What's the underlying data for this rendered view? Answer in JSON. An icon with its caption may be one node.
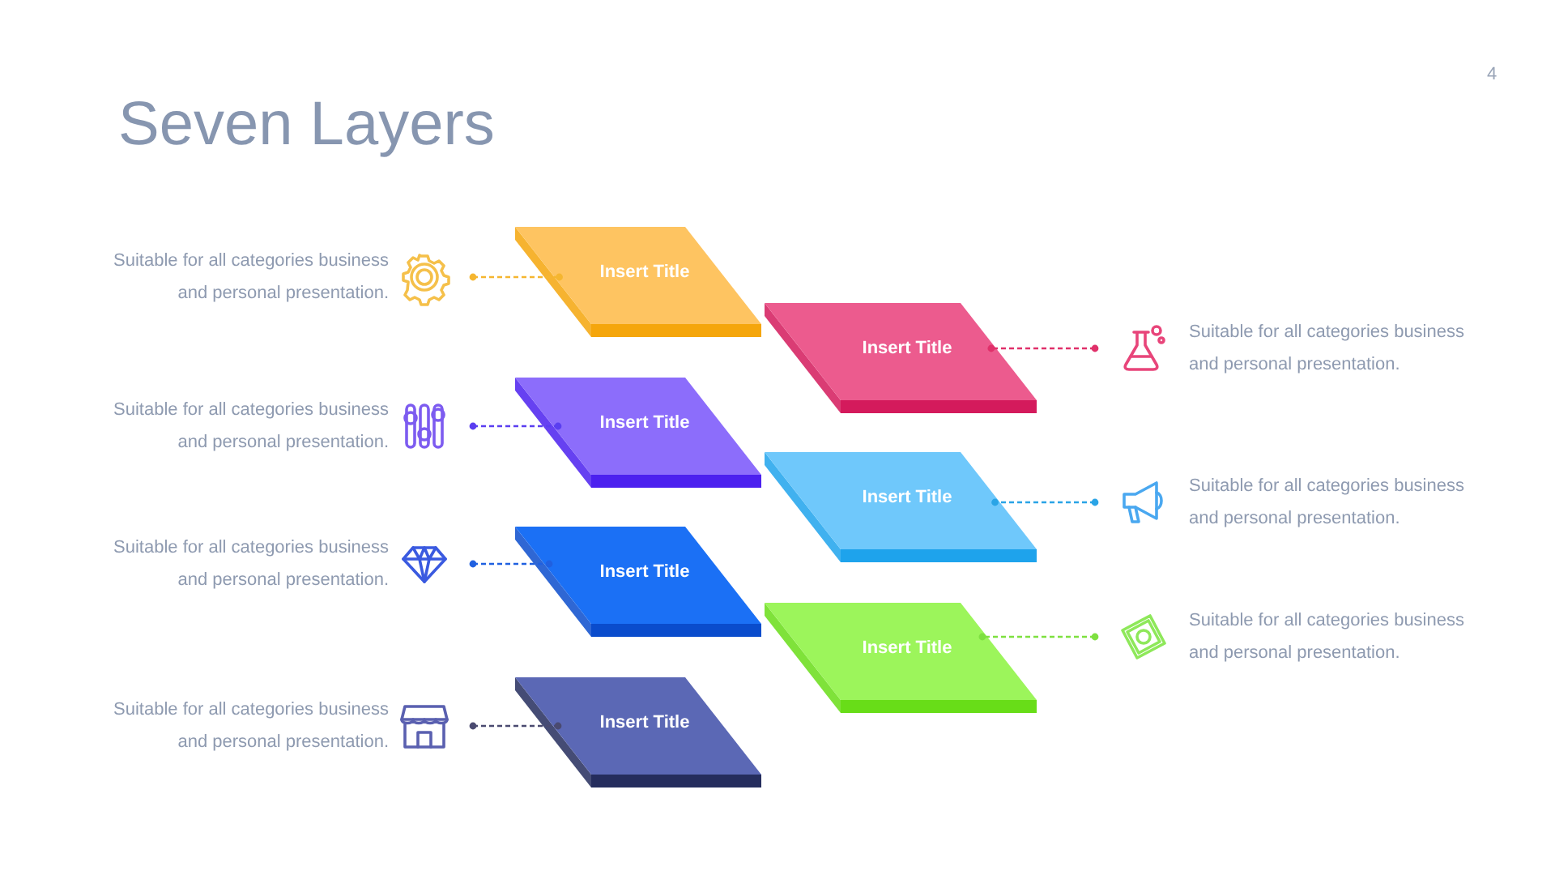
{
  "diagram": {
    "title": "Seven Layers",
    "nodes": [
      {
        "text": [
          "Insert Title"
        ]
      },
      {
        "text": [
          "Insert Title"
        ]
      },
      {
        "text": [
          "Insert Title"
        ]
      },
      {
        "text": [
          "Insert Title"
        ]
      },
      {
        "text": [
          "Insert Title"
        ]
      },
      {
        "text": [
          "Insert Title"
        ]
      },
      {
        "text": [
          "Insert Title"
        ]
      },
      {
        "text": [],
        "shape": "picture",
        "beside": [
          "Suitable for all categories business and personal presentation."
        ]
      },
      {
        "text": [],
        "shape": "picture",
        "beside": [
          "Suitable for all categories business and personal presentation."
        ]
      },
      {
        "text": [],
        "shape": "picture",
        "beside": [
          "Suitable for all categories business and personal presentation."
        ]
      },
      {
        "text": [],
        "shape": "picture",
        "beside": [
          "Suitable for all categories business and personal presentation."
        ]
      },
      {
        "text": [],
        "shape": "picture",
        "beside": [
          "Suitable for all categories business and personal presentation."
        ]
      },
      {
        "text": [],
        "shape": "picture",
        "beside": [
          "Suitable for all categories business and personal presentation."
        ]
      },
      {
        "text": [],
        "shape": "picture",
        "beside": [
          "Suitable for all categories business and personal presentation."
        ]
      }
    ],
    "edges": [
      {
        "from": 7,
        "to": 0,
        "arrow": "other",
        "style": "dashed",
        "color": "#f5b630"
      },
      {
        "from": 8,
        "to": 1,
        "arrow": "other",
        "style": "dashed",
        "color": "#e0306a"
      },
      {
        "from": 9,
        "to": 2,
        "arrow": "other",
        "style": "dashed",
        "color": "#5a3ef0"
      },
      {
        "from": 10,
        "to": 3,
        "arrow": "other",
        "style": "dashed",
        "color": "#2aa4e6"
      },
      {
        "from": 11,
        "to": 4,
        "arrow": "other",
        "style": "dashed",
        "color": "#2060e0"
      },
      {
        "from": 12,
        "to": 5,
        "arrow": "other",
        "style": "dashed",
        "color": "#7ee040"
      },
      {
        "from": 13,
        "to": 6,
        "arrow": "other",
        "style": "dashed",
        "color": "#4a4a70"
      }
    ],
    "labels": [
      "4"
    ]
  }
}
